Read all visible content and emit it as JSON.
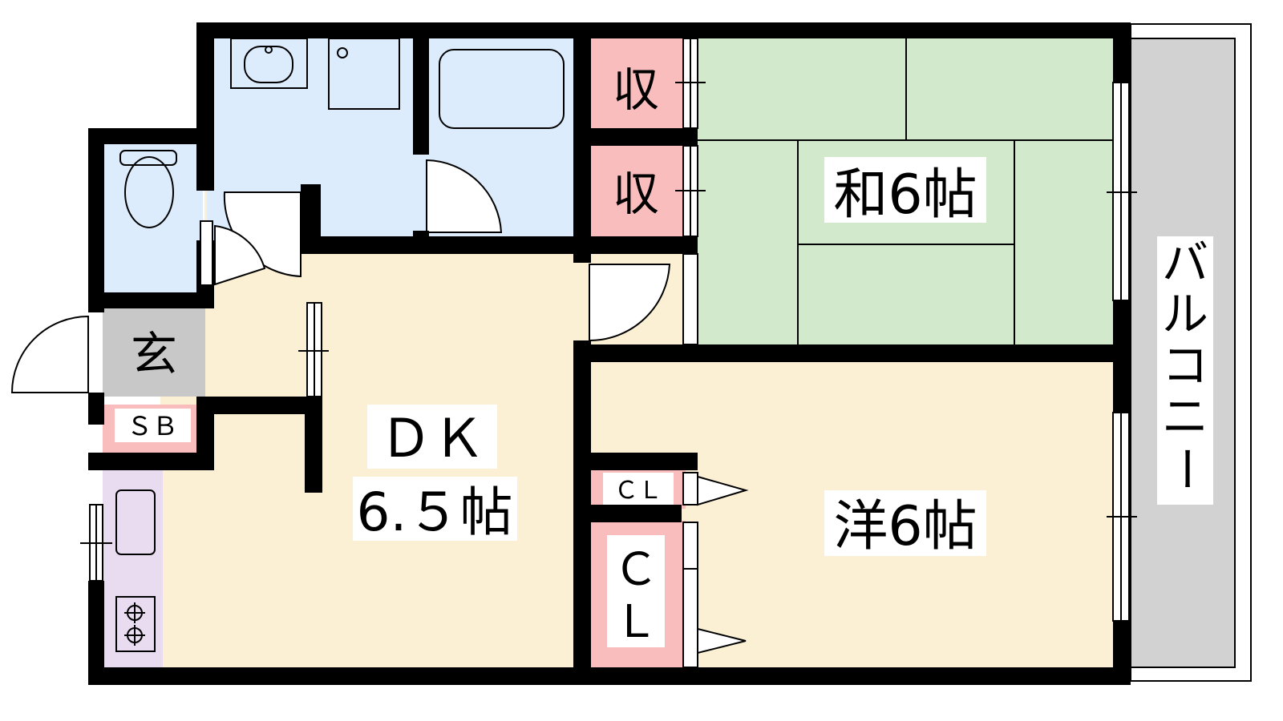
{
  "rooms": {
    "washitsu": "和6帖",
    "dk_top": "ＤＫ",
    "dk_bottom": "6.５帖",
    "youshitsu": "洋6帖",
    "balcony": [
      "バ",
      "ル",
      "コ",
      "ニ",
      "ー"
    ],
    "storage_upper": "収",
    "storage_lower": "収",
    "entrance": "玄",
    "shoe_box": "ＳＢ",
    "closet_small": "ＣＬ",
    "closet_large_c": "Ｃ",
    "closet_large_l": "Ｌ"
  },
  "colors": {
    "wall": "#000000",
    "tatami": "#d3e9cc",
    "wet_area": "#dcecfc",
    "floor": "#fbf0d3",
    "storage": "#f9bdbd",
    "entrance": "#c8c8c8",
    "kitchen": "#e9dcf0",
    "balcony": "#d2d2d2"
  }
}
